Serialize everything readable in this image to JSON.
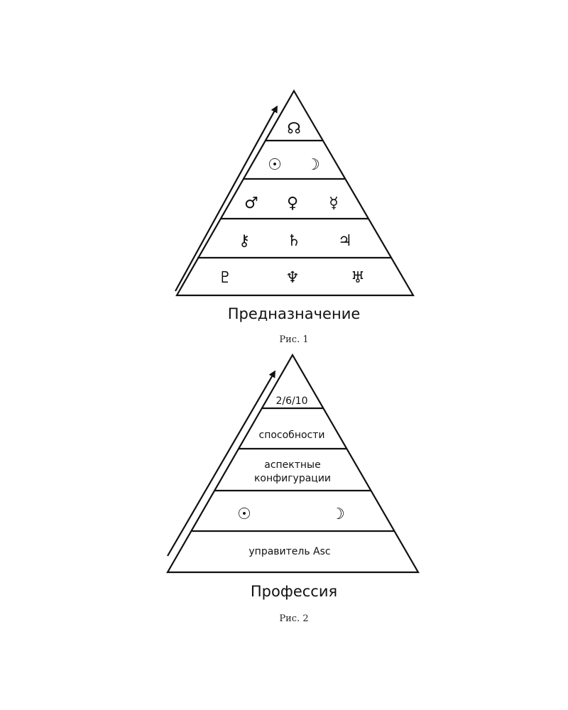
{
  "figure1": {
    "title": "Предназначение",
    "caption": "Рис. 1",
    "levels": [
      {
        "symbols": [
          "☊"
        ]
      },
      {
        "symbols": [
          "☉",
          "☽"
        ]
      },
      {
        "symbols": [
          "♂",
          "♀",
          "☿"
        ]
      },
      {
        "symbols": [
          "⚷",
          "♄",
          "♃"
        ]
      },
      {
        "symbols": [
          "♇",
          "♆",
          "♅"
        ]
      }
    ]
  },
  "figure2": {
    "title": "Профессия",
    "caption": "Рис. 2",
    "levels": [
      {
        "text": "2/6/10"
      },
      {
        "text": "способности"
      },
      {
        "text_line1": "аспектные",
        "text_line2": "конфигурации"
      },
      {
        "symbols": [
          "☉",
          "☽"
        ]
      },
      {
        "text": "управитель Asc"
      }
    ]
  }
}
